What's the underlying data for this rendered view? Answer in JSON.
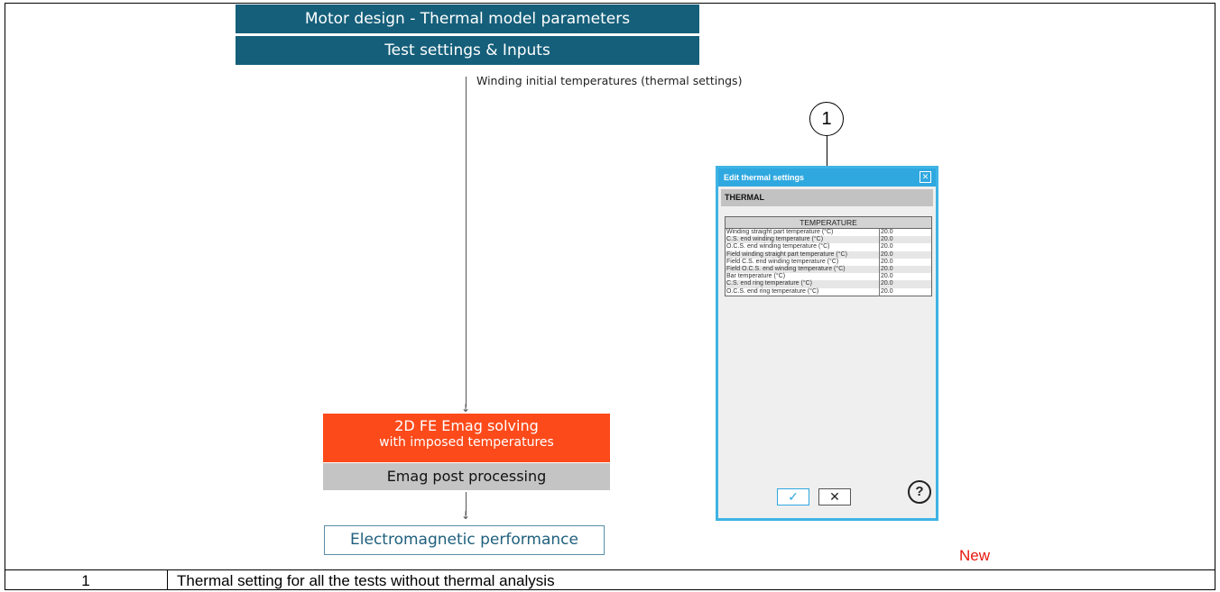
{
  "flow": {
    "motor_design": "Motor design - Thermal model parameters",
    "test_settings": "Test settings & Inputs",
    "winding_label": "Winding initial temperatures (thermal settings)",
    "fe_title": "2D FE Emag solving",
    "fe_subtitle": "with imposed temperatures",
    "post_processing": "Emag post processing",
    "performance": "Electromagnetic performance"
  },
  "callout": {
    "number": "1"
  },
  "dialog": {
    "title": "Edit thermal settings",
    "close_glyph": "✕",
    "section": "THERMAL",
    "table_header": "TEMPERATURE",
    "rows": [
      {
        "label": "Winding straight part temperature (°C)",
        "value": "20.0"
      },
      {
        "label": "C.S. end winding temperature (°C)",
        "value": "20.0"
      },
      {
        "label": "O.C.S. end winding temperature (°C)",
        "value": "20.0"
      },
      {
        "label": "Field winding straight part temperature (°C)",
        "value": "20.0"
      },
      {
        "label": "Field C.S. end winding temperature (°C)",
        "value": "20.0"
      },
      {
        "label": "Field O.C.S. end winding temperature (°C)",
        "value": "20.0"
      },
      {
        "label": "Bar temperature (°C)",
        "value": "20.0"
      },
      {
        "label": "C.S. end ring temperature (°C)",
        "value": "20.0"
      },
      {
        "label": "O.C.S. end ring temperature (°C)",
        "value": "20.0"
      }
    ],
    "ok_glyph": "✓",
    "cancel_glyph": "✕",
    "help_glyph": "?"
  },
  "new_label": "New",
  "footer": {
    "number": "1",
    "description": "Thermal setting for all the tests without thermal analysis"
  },
  "colors": {
    "teal": "#155f7a",
    "orange": "#fc4a1a",
    "dialog_blue": "#2fa8e0",
    "new_red": "#e8160c"
  }
}
